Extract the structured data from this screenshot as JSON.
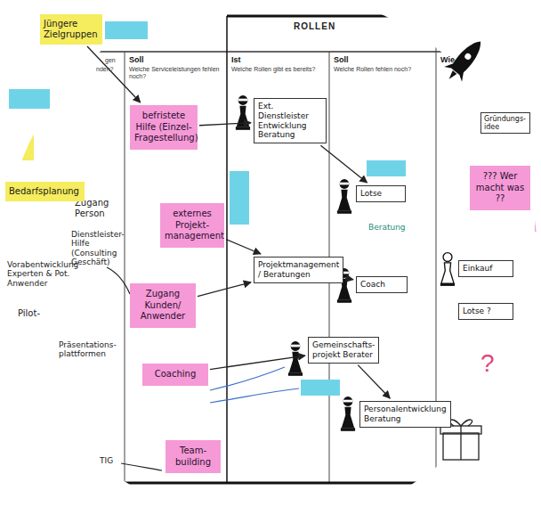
{
  "diagram": {
    "title": "ROLLEN",
    "nodes": [
      {
        "text": [
          "Jüngere Zielgruppen"
        ]
      },
      {
        "text": [
          "Bedarfsplanung"
        ]
      },
      {
        "text": [
          "befristete Hilfe (Einzel-Fragestellung)"
        ]
      },
      {
        "text": [
          "externes Projekt-management"
        ]
      },
      {
        "text": [
          "Zugang Kunden/ Anwender"
        ]
      },
      {
        "text": [
          "Coaching"
        ]
      },
      {
        "text": [
          "Team-building"
        ]
      },
      {
        "text": [
          "Ext. Dienstleister Entwicklung Beratung"
        ]
      },
      {
        "text": [
          "Projektmanagement / Beratungen"
        ]
      },
      {
        "text": [
          "Gemeinschafts-projekt Berater"
        ]
      },
      {
        "text": [
          "Lotse"
        ]
      },
      {
        "text": [
          "Coach"
        ]
      },
      {
        "text": [
          "Personalentwicklung Beratung"
        ]
      },
      {
        "text": [
          "Einkauf"
        ]
      },
      {
        "text": [
          "Lotse ?"
        ]
      },
      {
        "text": [
          "??? Wer macht was ??"
        ]
      },
      {
        "text": [
          "Gründungs-idee"
        ]
      }
    ],
    "edges": [
      {
        "from": 0,
        "to": 2,
        "arrow": "to"
      },
      {
        "from": 2,
        "to": 7,
        "arrow": "to"
      },
      {
        "from": 3,
        "to": 8,
        "arrow": "to"
      },
      {
        "from": 4,
        "to": 8,
        "arrow": "to"
      },
      {
        "from": 5,
        "to": 9,
        "arrow": "to"
      },
      {
        "from": 7,
        "to": 10,
        "arrow": "to"
      },
      {
        "from": 8,
        "to": 11,
        "arrow": "to"
      },
      {
        "from": 9,
        "to": 12,
        "arrow": "to"
      }
    ],
    "labels": [
      "Soll",
      "Welche Serviceleistungen fehlen noch?",
      "Ist",
      "Welche Rollen gibt es bereits?",
      "Soll",
      "Welche Rollen fehlen noch?",
      "Wie .",
      "gen",
      "nden?",
      "Zugang Person",
      "Dienstleister-Hilfe (Consulting Geschäft)",
      "Vorabentwicklung Experten & Pot. Anwender",
      "Pilot-",
      "Präsentations-plattformen",
      "TIG",
      "Beratung",
      "?"
    ]
  }
}
